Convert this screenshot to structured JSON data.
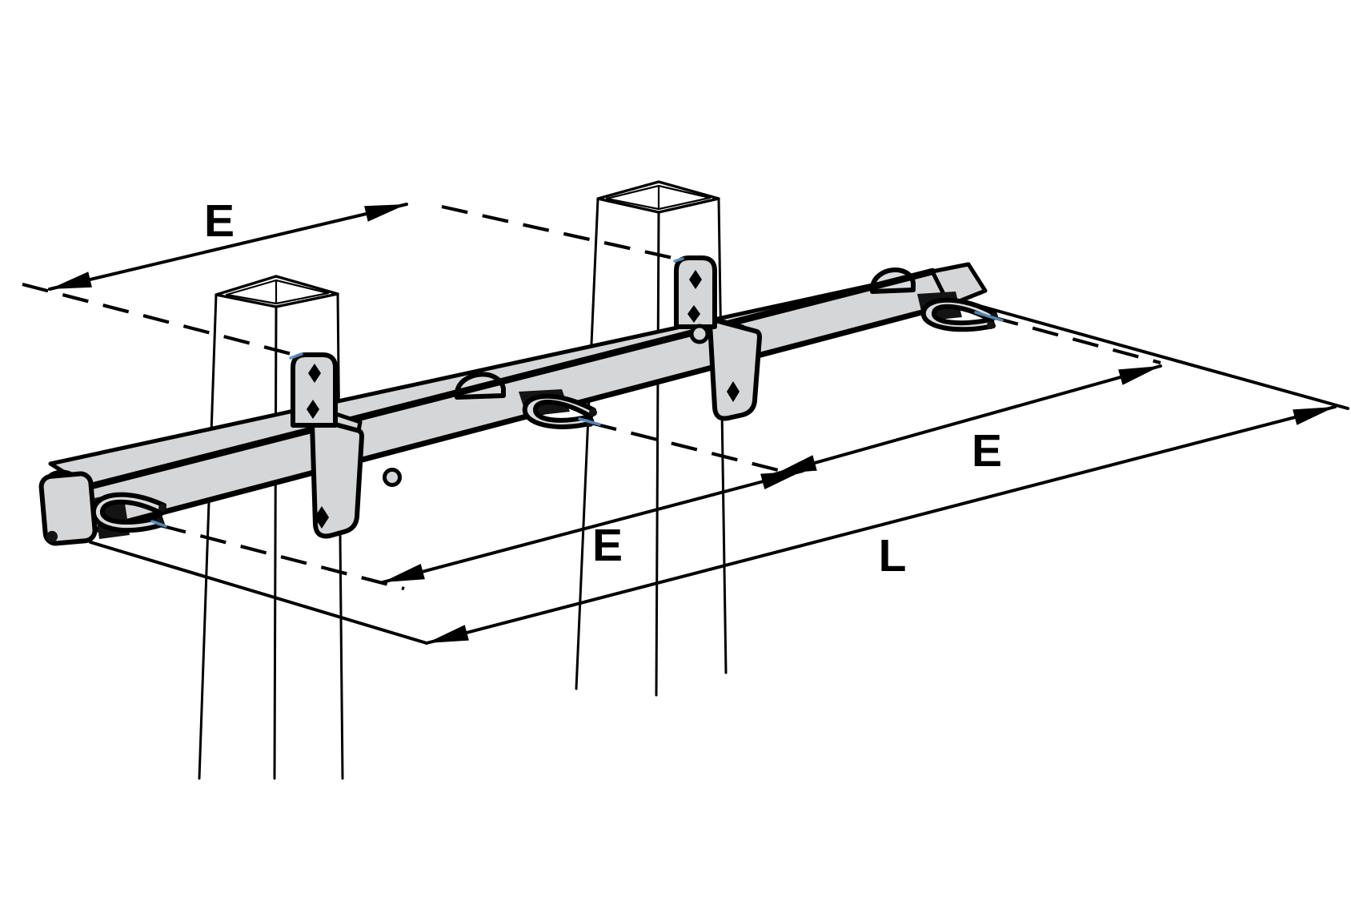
{
  "diagram": {
    "type": "isometric technical line drawing",
    "subject": "crossarm beam mounted on two square posts with brackets and u-bolt clamps",
    "labels": {
      "dim_top_spacing": "E",
      "dim_mid_spacing": "E",
      "dim_right_spacing": "E",
      "dim_overall_length": "L"
    },
    "colors": {
      "outline": "#000000",
      "metal_fill": "#d4d6d8",
      "metal_light": "#d9dbdd",
      "hardware_dark": "#141414",
      "background": "#ffffff",
      "highlight": "#5b8fc0"
    }
  }
}
